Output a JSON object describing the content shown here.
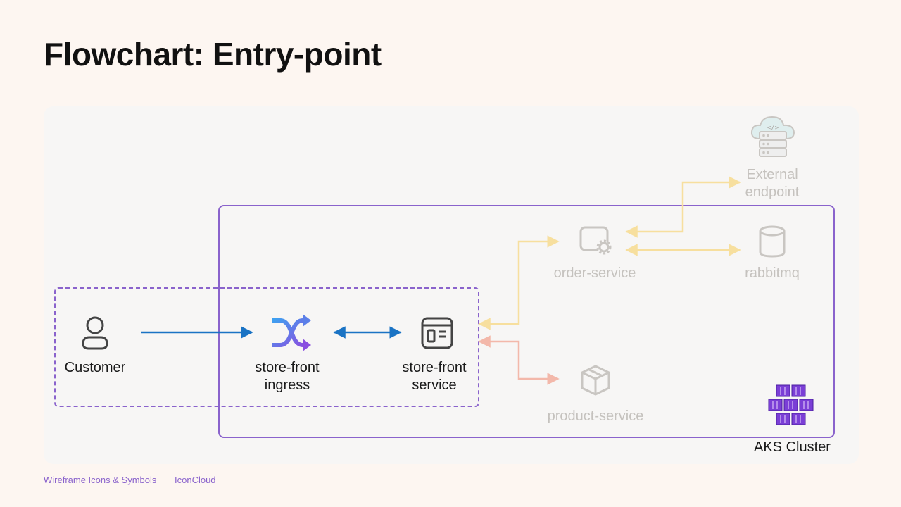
{
  "page": {
    "title": "Flowchart: Entry-point"
  },
  "nodes": {
    "customer": {
      "label": "Customer"
    },
    "ingress": {
      "line1": "store-front",
      "line2": "ingress"
    },
    "storefront": {
      "line1": "store-front",
      "line2": "service"
    },
    "order": {
      "label": "order-service"
    },
    "rabbit": {
      "label": "rabbitmq"
    },
    "external": {
      "line1": "External",
      "line2": "endpoint"
    },
    "product": {
      "label": "product-service"
    }
  },
  "cluster": {
    "label": "AKS Cluster"
  },
  "footer": {
    "link1": "Wireframe Icons & Symbols",
    "link2": "IconCloud"
  },
  "colors": {
    "primary_arrow": "#1a73c4",
    "order_arrow": "#f7df9e",
    "product_arrow": "#f3b8aa",
    "cluster_border": "#8a63cc",
    "faded_icon": "#c9c6c2"
  }
}
